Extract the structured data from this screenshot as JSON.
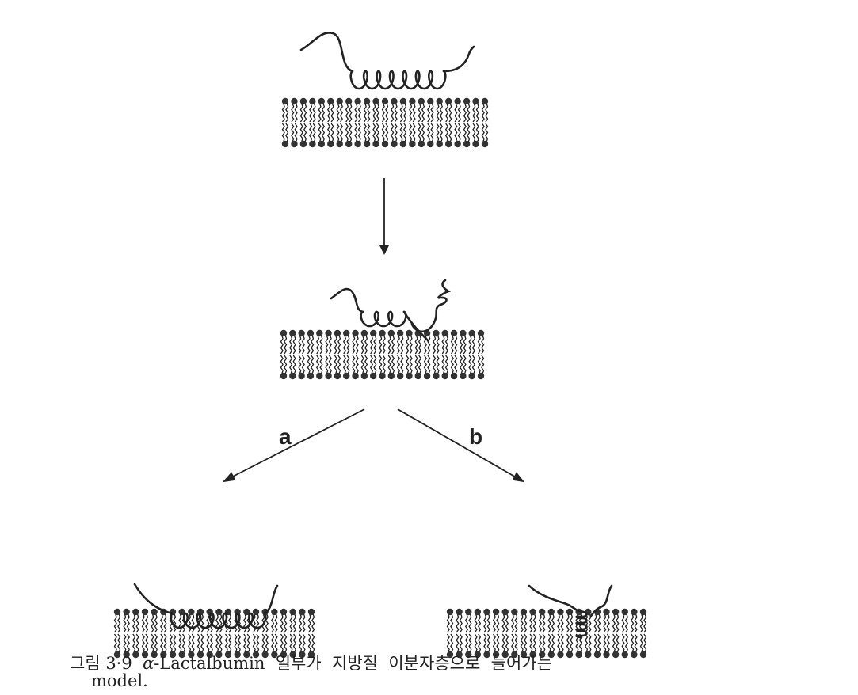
{
  "figure": {
    "pathway_labels": {
      "a": "a",
      "b": "b"
    },
    "caption": {
      "figure_number": "그림 3·9",
      "alpha": "α",
      "line1_rest": "-Lactalbumin  일부가  지방질  이분자층으로  늘어가는",
      "line2": "model."
    },
    "colors": {
      "ink": "#222222",
      "background": "#ffffff"
    }
  }
}
